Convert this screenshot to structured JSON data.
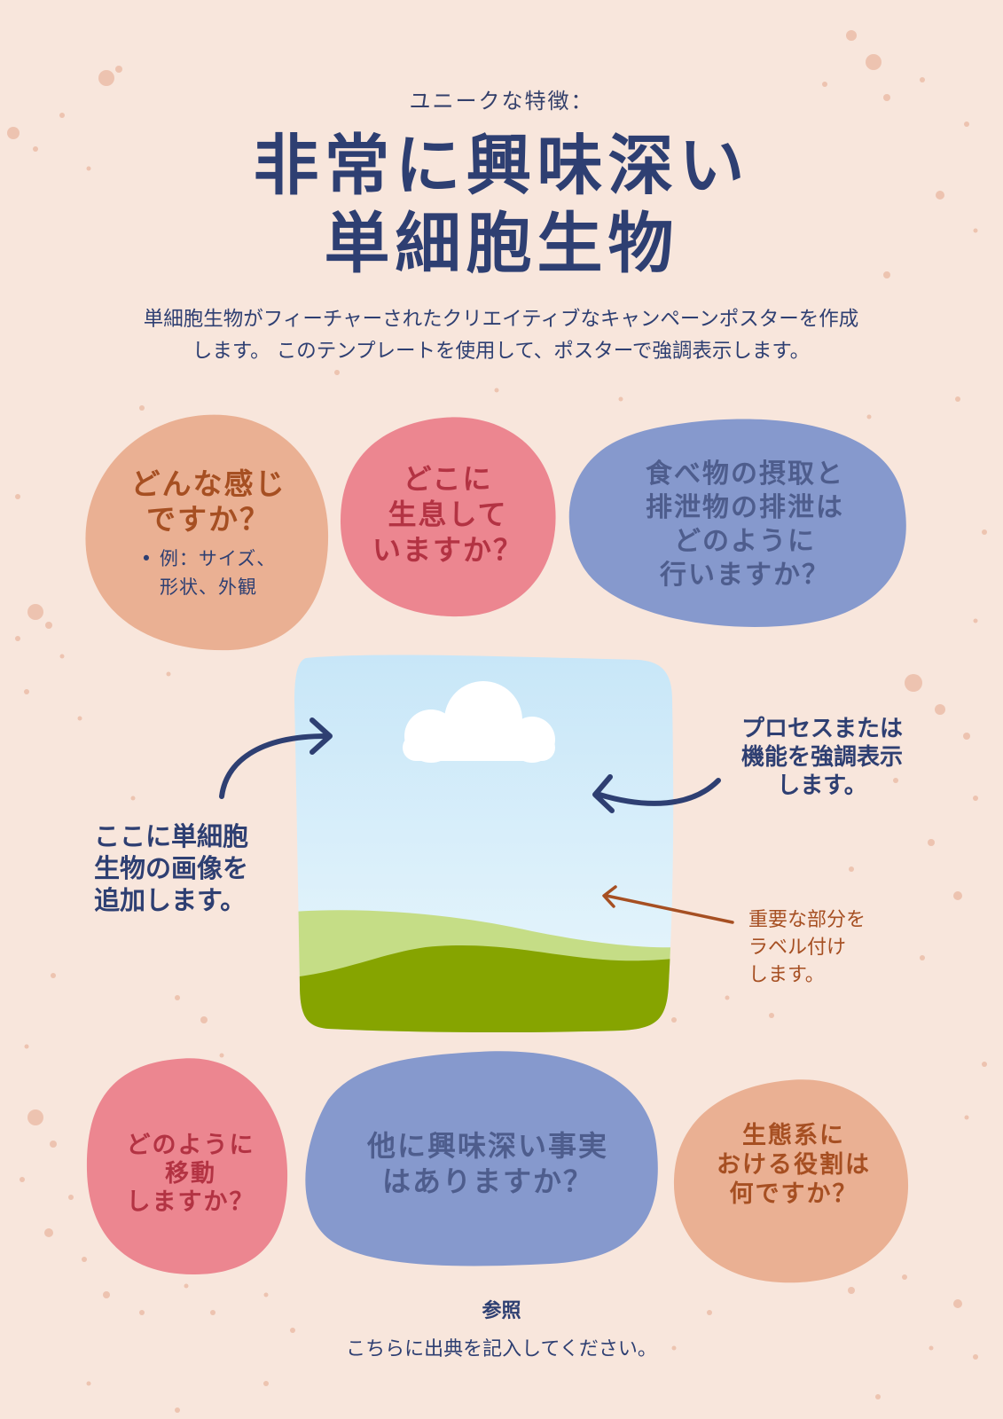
{
  "header": {
    "subtitle": "ユニークな特徴：",
    "title_line1": "非常に興味深い",
    "title_line2": "単細胞生物",
    "description_line1": "単細胞生物がフィーチャーされたクリエイティブなキャンペーンポスターを作成",
    "description_line2": "します。 このテンプレートを使用して、ポスターで強調表示します。"
  },
  "top_blobs": {
    "appearance": {
      "question_line1": "どんな感じ",
      "question_line2": "ですか？",
      "bullet_line1": "• 例：サイズ、",
      "bullet_line2": "形状、外観"
    },
    "habitat": {
      "line1": "どこに",
      "line2": "生息して",
      "line3": "いますか？"
    },
    "feeding": {
      "line1": "食べ物の摂取と",
      "line2": "排泄物の排泄は",
      "line3": "どのように",
      "line4": "行いますか？"
    }
  },
  "image_area": {
    "add_image_line1": "ここに単細胞",
    "add_image_line2": "生物の画像を",
    "add_image_line3": "追加します。",
    "highlight_line1": "プロセスまたは",
    "highlight_line2": "機能を強調表示",
    "highlight_line3": "します。",
    "label_line1": "重要な部分を",
    "label_line2": "ラベル付け",
    "label_line3": "します。"
  },
  "bottom_blobs": {
    "movement": {
      "line1": "どのように",
      "line2": "移動",
      "line3": "しますか？"
    },
    "facts": {
      "line1": "他に興味深い事実",
      "line2": "はありますか？"
    },
    "ecosystem": {
      "line1": "生態系に",
      "line2": "おける役割は",
      "line3": "何ですか？"
    }
  },
  "reference": {
    "title": "参照",
    "text": "こちらに出典を記入してください。"
  },
  "colors": {
    "background": "#f8e6dc",
    "peach": "#eab093",
    "pink": "#ec8690",
    "blue": "#8699cd",
    "navy": "#2e3f72",
    "brown_text": "#a64f22",
    "sky_top": "#c7e6f8",
    "grass_light": "#c5dd86",
    "grass_dark": "#86a400"
  }
}
